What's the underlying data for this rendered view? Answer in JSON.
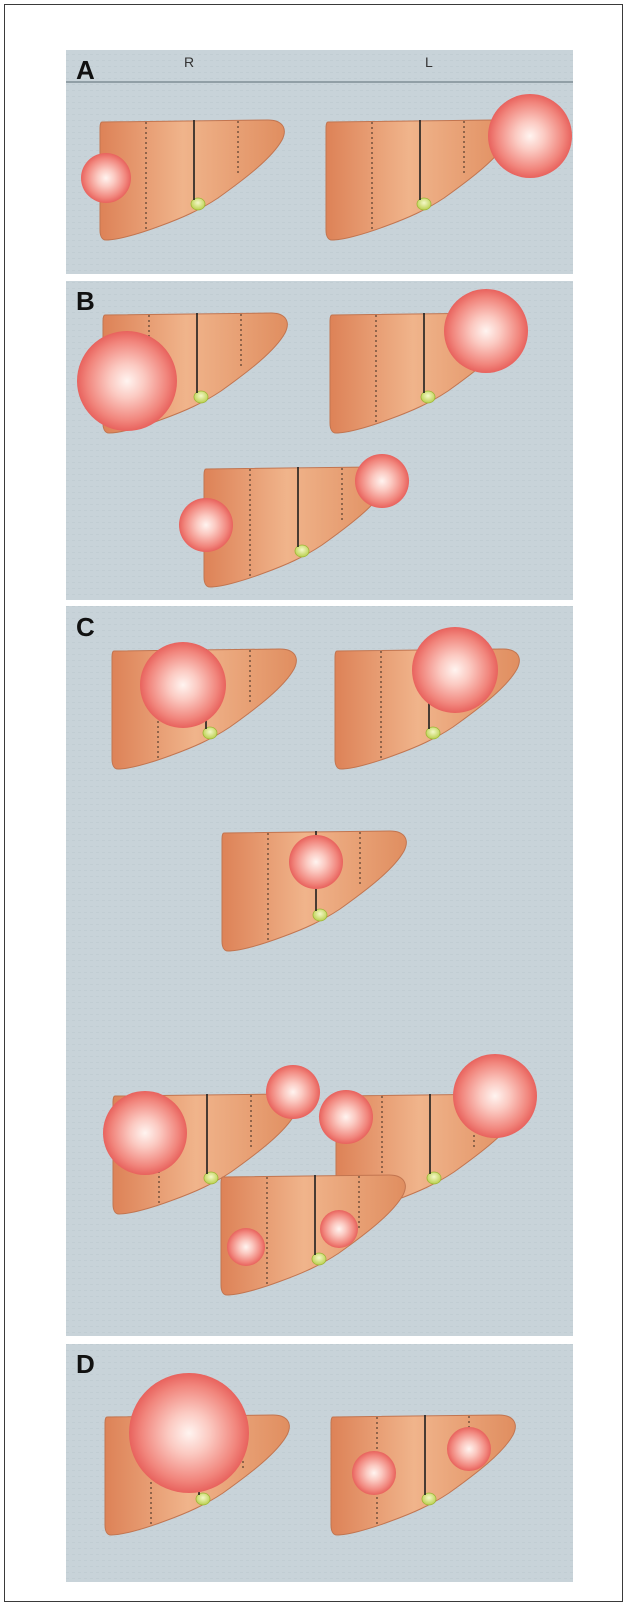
{
  "panels": [
    {
      "id": "A",
      "letter": "A"
    },
    {
      "id": "B",
      "letter": "B"
    },
    {
      "id": "C",
      "letter": "C"
    },
    {
      "id": "D",
      "letter": "D"
    }
  ],
  "side_labels": {
    "right": "R",
    "left": "L"
  },
  "colors": {
    "panel_background": "#c9d4da",
    "liver_fill": "#e1946a",
    "liver_stroke": "#b96a43",
    "tumor_center": "#ffeeea",
    "tumor_edge": "#ef6d68",
    "gallbladder": "#c9dc66",
    "hepatic_line": "#1e1e1e"
  }
}
